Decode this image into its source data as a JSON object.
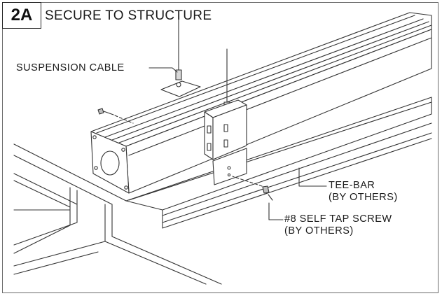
{
  "header": {
    "step": "2A",
    "title": "SECURE TO STRUCTURE"
  },
  "callouts": {
    "suspension_cable": "SUSPENSION CABLE",
    "tee_bar_line1": "TEE-BAR",
    "tee_bar_line2": "(BY OTHERS)",
    "screw_line1": "#8 SELF TAP SCREW",
    "screw_line2": "(BY OTHERS)"
  }
}
